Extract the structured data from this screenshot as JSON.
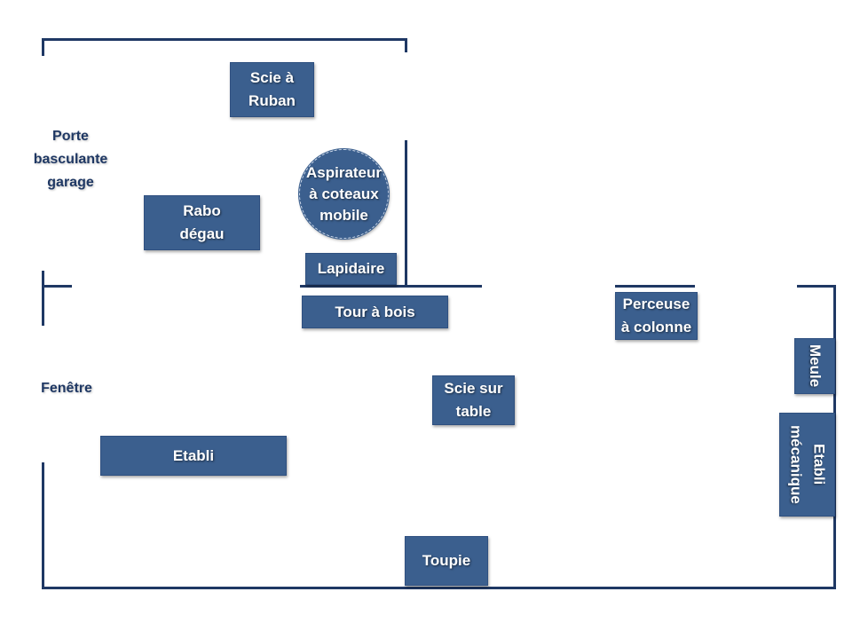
{
  "labels": {
    "garage_door": "Porte\nbasculante\ngarage",
    "window": "Fenêtre"
  },
  "machines": {
    "bandsaw": "Scie à\nRuban",
    "planer": "Rabo\ndégau",
    "dust_collector": "Aspirateur\nà coteaux\nmobile",
    "grinder_lapidary": "Lapidaire",
    "wood_lathe": "Tour à bois",
    "drill_press": "Perceuse\nà colonne",
    "bench_grinder": "Meule",
    "metal_workbench": "Etabli\nmécanique",
    "table_saw": "Scie sur\ntable",
    "workbench": "Etabli",
    "spindle_moulder": "Toupie"
  },
  "colors": {
    "wall": "#1f3864",
    "machine_fill": "#3b5f8e",
    "machine_text": "#ffffff",
    "label_text": "#1f3864"
  }
}
